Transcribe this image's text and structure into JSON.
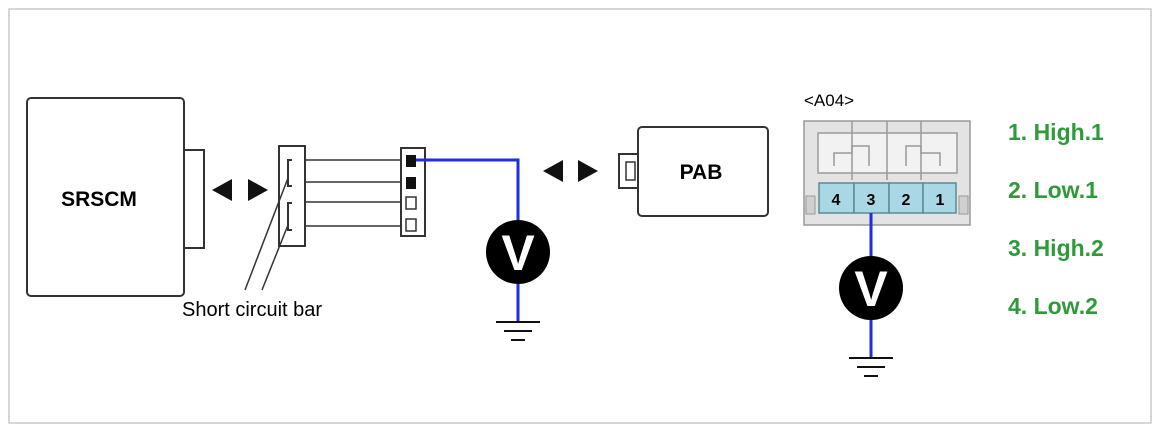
{
  "components": {
    "srscm": "SRSCM",
    "pab": "PAB",
    "short_bar_label": "Short circuit bar",
    "connector_id": "<A04>",
    "meter_symbol": "V"
  },
  "connector_pins": [
    "4",
    "3",
    "2",
    "1"
  ],
  "legend": [
    "1. High.1",
    "2. Low.1",
    "3. High.2",
    "4. Low.2"
  ],
  "colors": {
    "wire_blue": "#1f2ee0",
    "legend_green": "#2e9b3a",
    "pin_fill": "#a9d7e3",
    "connector_fill": "#e3e3e3"
  }
}
